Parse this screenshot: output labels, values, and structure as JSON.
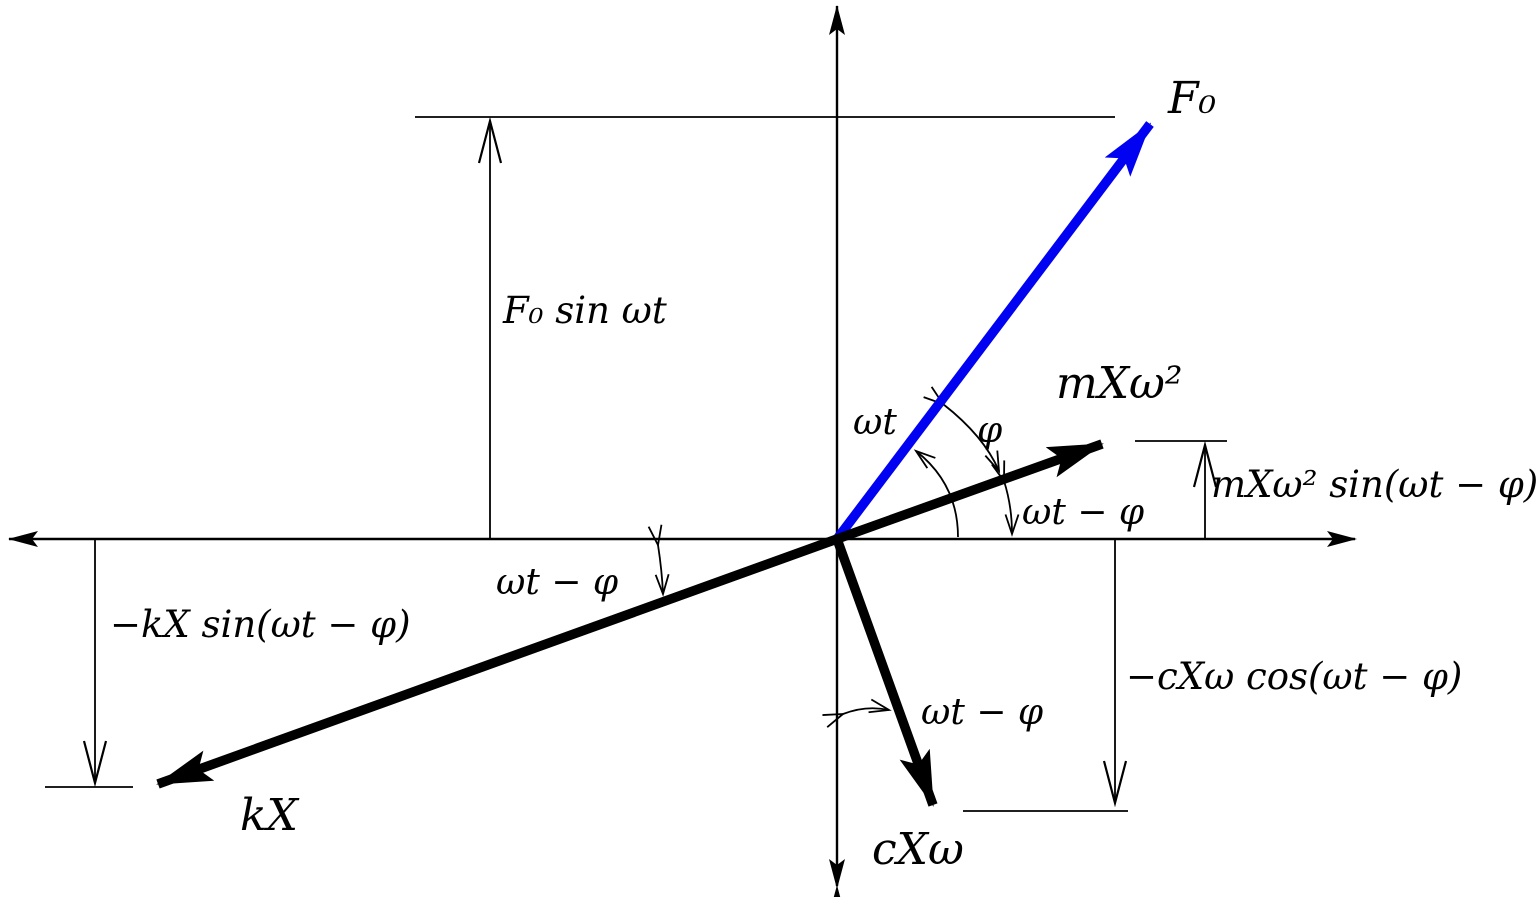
{
  "figure": {
    "description": "Phasor (rotating vector) diagram of forced vibration with damping",
    "vectors": {
      "f0": {
        "label": "F₀"
      },
      "mxw2": {
        "label": "mXω²"
      },
      "kx": {
        "label": "kX"
      },
      "cxw": {
        "label": "cXω"
      }
    },
    "dimensions": {
      "f0_sin": "F₀ sin ωt",
      "mxw2_sin": "mXω² sin(ωt − φ)",
      "kx_sin": "−kX sin(ωt − φ)",
      "cxw_cos": "−cXω cos(ωt − φ)"
    },
    "angles": {
      "wt": "ωt",
      "phi": "φ",
      "wt_minus_phi": "ωt − φ"
    },
    "colors": {
      "f0_vector": "#0202f2",
      "ink": "#000000",
      "background": "#ffffff"
    }
  }
}
